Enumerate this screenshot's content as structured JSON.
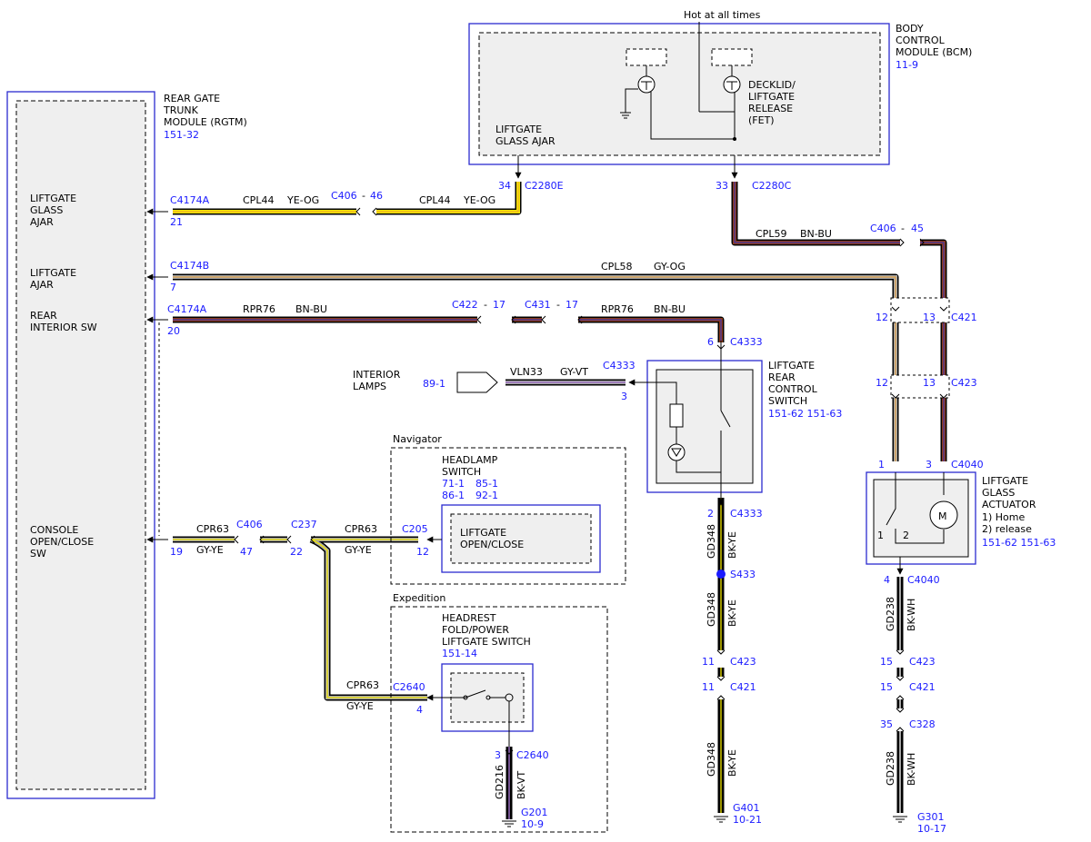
{
  "hot_label": "Hot at all times",
  "bcm": {
    "title": [
      "BODY",
      "CONTROL",
      "MODULE (BCM)"
    ],
    "ref": "11-9",
    "liftgate_glass_ajar": [
      "LIFTGATE",
      "GLASS AJAR"
    ],
    "decklid": [
      "DECKLID/",
      "LIFTGATE",
      "RELEASE",
      "(FET)"
    ],
    "pin_a": "34",
    "conn_a": "C2280E",
    "pin_b": "33",
    "conn_b": "C2280C"
  },
  "rgtm": {
    "title": [
      "REAR GATE",
      "TRUNK",
      "MODULE (RGTM)"
    ],
    "ref": "151-32",
    "in_glass": [
      "LIFTGATE",
      "GLASS",
      "AJAR"
    ],
    "in_ajar": [
      "LIFTGATE",
      "AJAR"
    ],
    "in_rear": [
      "REAR",
      "INTERIOR SW"
    ],
    "in_console": [
      "CONSOLE",
      "OPEN/CLOSE",
      "SW"
    ]
  },
  "wire1": {
    "conn": "C4174A",
    "pin": "21",
    "cir_a": "CPL44",
    "col_a": "YE-OG",
    "inline": "C406",
    "inline_pin": "46",
    "cir_b": "CPL44",
    "col_b": "YE-OG"
  },
  "wire2": {
    "conn": "C4174B",
    "pin": "7",
    "cir": "CPL58",
    "col": "GY-OG"
  },
  "wire3": {
    "conn": "C4174A",
    "pin": "20",
    "cir_a": "RPR76",
    "col_a": "BN-BU",
    "c1": "C422",
    "c1p": "17",
    "c2": "C431",
    "c2p": "17",
    "cir_b": "RPR76",
    "col_b": "BN-BU"
  },
  "wire4": {
    "cir": "CPL59",
    "col": "BN-BU",
    "inline": "C406",
    "inline_pin": "45"
  },
  "c421": {
    "label": "C421",
    "pin_l": "12",
    "pin_r": "13"
  },
  "c423": {
    "label": "C423",
    "pin_l": "12",
    "pin_r": "13"
  },
  "c4040": {
    "label": "C4040",
    "pin_l": "1",
    "pin_r": "3",
    "pin_b": "4"
  },
  "actuator": {
    "title": [
      "LIFTGATE",
      "GLASS",
      "ACTUATOR",
      "1) Home",
      "2) release"
    ],
    "refs": "151-62   151-63",
    "motor": "M",
    "p1": "1",
    "p2": "2"
  },
  "rear_switch": {
    "title": [
      "LIFTGATE",
      "REAR",
      "CONTROL",
      "SWITCH"
    ],
    "refs": "151-62   151-63",
    "conn_top": "C4333",
    "pin_top": "6",
    "conn_left": "C4333",
    "pin_left": "3",
    "conn_bot": "C4333",
    "pin_bot": "2"
  },
  "interior": {
    "label": [
      "INTERIOR",
      "LAMPS"
    ],
    "ref": "89-1",
    "cir": "VLN33",
    "col": "GY-VT"
  },
  "navigator": {
    "label": "Navigator",
    "switch_title": [
      "HEADLAMP",
      "SWITCH"
    ],
    "refs": [
      "71-1",
      "85-1",
      "86-1",
      "92-1"
    ],
    "inner": [
      "LIFTGATE",
      "OPEN/CLOSE"
    ],
    "conn": "C205",
    "pin": "12"
  },
  "expedition": {
    "label": "Expedition",
    "switch_title": [
      "HEADREST",
      "FOLD/POWER",
      "LIFTGATE SWITCH"
    ],
    "ref": "151-14",
    "conn": "C2640",
    "pin": "4",
    "conn_b": "C2640",
    "pin_b": "3",
    "gnd_cir": "GD216",
    "gnd_col": "BK-VT",
    "gnd": "G201",
    "gnd_ref": "10-9"
  },
  "wire5": {
    "pin": "19",
    "cir": "CPR63",
    "col": "GY-YE",
    "c1": "C406",
    "c1p": "47",
    "c2": "C237",
    "c2p": "22",
    "cir_b": "CPR63",
    "col_b": "GY-YE",
    "cir_c": "CPR63",
    "col_c": "GY-YE"
  },
  "ground_mid": {
    "cir": "GD348",
    "col": "BK-YE",
    "splice": "S433",
    "c423": "C423",
    "c423p": "11",
    "c421": "C421",
    "c421p": "11",
    "gnd": "G401",
    "gnd_ref": "10-21"
  },
  "ground_right": {
    "cir": "GD238",
    "col": "BK-WH",
    "c423": "C423",
    "c423p": "15",
    "c421": "C421",
    "c421p": "15",
    "c328": "C328",
    "c328p": "35",
    "gnd": "G301",
    "gnd_ref": "10-17"
  },
  "colors": {
    "yellow": "#f2e600",
    "orange": "#f0a030",
    "grey": "#a8a8a8",
    "brown": "#8b3a1a",
    "blue": "#3535c8",
    "black": "#000000",
    "violet": "#9a6fc0",
    "module_border": "#2b2bd0"
  }
}
